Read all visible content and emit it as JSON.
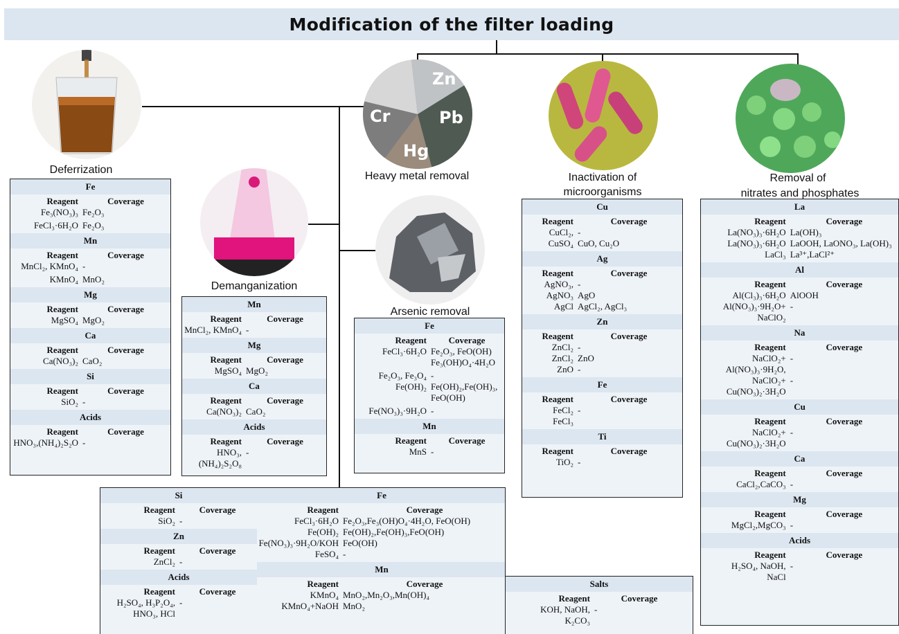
{
  "title": "Modification of the filter loading",
  "colors": {
    "panel_bg": "#eef3f8",
    "header_bg": "#dce6f0",
    "line": "#111111"
  },
  "labels": {
    "deferrization": "Deferrization",
    "demanganization": "Demanganization",
    "heavy_metal": "Heavy metal removal",
    "arsenic": "Arsenic removal",
    "inactivation_1": "Inactivation of",
    "inactivation_2": "microorganisms",
    "nitrates_1": "Removal of",
    "nitrates_2": "nitrates and phosphates"
  },
  "heavy_metal_symbols": [
    "Zn",
    "Cr",
    "Pb",
    "Hg"
  ],
  "column_headers": {
    "reagent": "Reagent",
    "coverage": "Coverage"
  },
  "deferrization": [
    {
      "name": "Fe",
      "rows": [
        [
          "Fe₃(NO₃)₃",
          "Fe₂O₃"
        ],
        [
          "FeCl₃·6H₂O",
          "Fe₂O₃"
        ]
      ]
    },
    {
      "name": "Mn",
      "rows": [
        [
          "MnCl₂, KMnO₄",
          "-"
        ],
        [
          "KMnO₄",
          "MnO₂"
        ]
      ]
    },
    {
      "name": "Mg",
      "rows": [
        [
          "MgSO₄",
          "MgO₂"
        ]
      ]
    },
    {
      "name": "Ca",
      "rows": [
        [
          "Ca(NO₃)₂",
          "CaO₂"
        ]
      ]
    },
    {
      "name": "Si",
      "rows": [
        [
          "SiO₂",
          "-"
        ]
      ]
    },
    {
      "name": "Acids",
      "rows": [
        [
          "HNO₃,(NH₄)₂S₂O",
          "-"
        ]
      ]
    }
  ],
  "demanganization": [
    {
      "name": "Mn",
      "rows": [
        [
          "MnCl₂, KMnO₄",
          "-"
        ]
      ]
    },
    {
      "name": "Mg",
      "rows": [
        [
          "MgSO₄",
          "MgO₂"
        ]
      ]
    },
    {
      "name": "Ca",
      "rows": [
        [
          "Ca(NO₃)₂",
          "CaO₂"
        ]
      ]
    },
    {
      "name": "Acids",
      "rows": [
        [
          "HNO₃,(NH₄)₂S₂O₈",
          "-"
        ]
      ]
    }
  ],
  "arsenic": [
    {
      "name": "Fe",
      "rows": [
        [
          "FeCl₃·6H₂O",
          "Fe₂O₃, FeO(OH)\nFe₃(OH)O₄·4H₂O"
        ],
        [
          "Fe₂O₃, Fe₃O₄\nFe(OH)₂",
          "-\nFe(OH)₂,Fe(OH)₃,\nFeO(OH)"
        ],
        [
          "Fe(NO₃)₃·9H₂O",
          "-"
        ]
      ]
    },
    {
      "name": "Mn",
      "rows": [
        [
          "MnS",
          "-"
        ]
      ]
    }
  ],
  "microorganisms": [
    {
      "name": "Cu",
      "rows": [
        [
          "CuCl₂,\nCuSO₄",
          "-\nCuO, Cu₂O"
        ]
      ]
    },
    {
      "name": "Ag",
      "rows": [
        [
          "AgNO₃,\nAgNO₃\nAgCl",
          "-\nAgO\nAgCl₂, AgCl₃"
        ]
      ]
    },
    {
      "name": "Zn",
      "rows": [
        [
          "ZnCl₂\nZnCl₂\nZnO",
          "-\nZnO\n-"
        ]
      ]
    },
    {
      "name": "Fe",
      "rows": [
        [
          "FeCl₂\nFeCl₃",
          "-"
        ]
      ]
    },
    {
      "name": "Ti",
      "rows": [
        [
          "TiO₂",
          "-"
        ]
      ]
    }
  ],
  "nitrates": [
    {
      "name": "La",
      "rows": [
        [
          "La(NO₃)₃·6H₂O\nLa(NO₃)₃·6H₂O\nLaCl₃",
          "La(OH)₃\nLaOOH, LaONO₃, La(OH)₃\nLa³⁺,LaCl²⁺"
        ]
      ]
    },
    {
      "name": "Al",
      "rows": [
        [
          "Al(Cl₃)₃·6H₂O\nAl(NO₃)₃·9H₂O+\nNaClO₂",
          "AlOOH\n-"
        ]
      ]
    },
    {
      "name": "Na",
      "rows": [
        [
          "NaClO₂+\nAl(NO₃)₃·9H₂O,\nNaClO₂+\nCu(NO₃)₂·3H₂O",
          "-\n\n-"
        ]
      ]
    },
    {
      "name": "Cu",
      "rows": [
        [
          "NaClO₂+\nCu(NO₃)₂·3H₂O",
          "-"
        ]
      ]
    },
    {
      "name": "Ca",
      "rows": [
        [
          "CaCl₂,CaCO₃",
          "-"
        ]
      ]
    },
    {
      "name": "Mg",
      "rows": [
        [
          "MgCl₂,MgCO₃",
          "-"
        ]
      ]
    },
    {
      "name": "Acids",
      "rows": [
        [
          "H₂SO₄, NaOH,\nNaCl",
          "-"
        ]
      ]
    }
  ],
  "bottom": {
    "col1": [
      {
        "name": "Si",
        "rows": [
          [
            "SiO₂",
            "-"
          ]
        ]
      },
      {
        "name": "Zn",
        "rows": [
          [
            "ZnCl₂",
            "-"
          ]
        ]
      },
      {
        "name": "Acids",
        "rows": [
          [
            "H₂SO₄, H₃P₂O₄,\nHNO₃, HCl",
            "-"
          ]
        ]
      }
    ],
    "col2": [
      {
        "name": "Fe",
        "rows": [
          [
            "FeCl₃·6H₂O\nFe(OH)₂\nFe(NO₃)₃·9H₂O/KOH\nFeSO₄",
            "Fe₂O₃,Fe₃(OH)O₄·4H₂O, FeO(OH)\nFe(OH)₂,Fe(OH)₃,FeO(OH)\nFeO(OH)\n-"
          ]
        ]
      },
      {
        "name": "Mn",
        "rows": [
          [
            "KMnO₄\nKMnO₄+NaOH",
            "MnO₂,Mn₂O₃,Mn(OH)₄\nMnO₂"
          ]
        ]
      }
    ],
    "col3": [
      {
        "name": "Salts",
        "rows": [
          [
            "KOH, NaOH,\nK₂CO₃",
            "-"
          ]
        ]
      }
    ]
  }
}
